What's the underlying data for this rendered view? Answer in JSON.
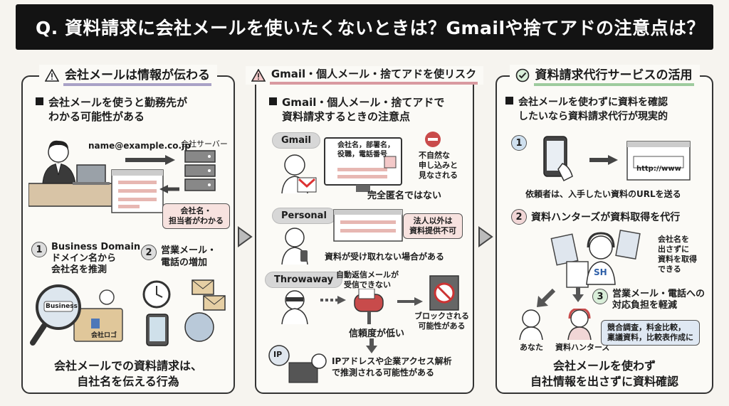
{
  "title": "Q. 資料請求に会社メールを使いたくないときは？Gmailや捨てアドの注意点は？",
  "panel1": {
    "heading": "会社メールは情報が伝わる",
    "bullet": [
      "会社メールを使うと勤務先が",
      "わかる可能性がある"
    ],
    "email": "name@example.co.jp",
    "server_label": "会社サーバー",
    "reveal_box": [
      "会社名・",
      "担当者がわかる"
    ],
    "point1_num": "1",
    "point1_title": "Business Domain",
    "point1_text": [
      "ドメイン名から",
      "会社名を推測"
    ],
    "point2_num": "2",
    "point2_text": [
      "営業メール・",
      "電話の増加"
    ],
    "magnifier_text": "Business",
    "logo_text": "会社ロゴ",
    "conclusion": [
      "会社メールでの資料請求は、",
      "自社名を伝える行為"
    ]
  },
  "panel2": {
    "heading": "Gmail・個人メール・捨てアドを使リスク",
    "bullet": [
      "Gmail・個人メール・捨てアドで",
      "資料請求するときの注意点"
    ],
    "gmail_label": "Gmail",
    "form_fields": [
      "会社名，部署名，",
      "役職，電話番号"
    ],
    "unnatural": [
      "不自然な",
      "申し込みと",
      "見なされる"
    ],
    "not_anonymous": "完全匿名ではない",
    "personal_label": "Personal",
    "corporate_only": [
      "法人以外は",
      "資料提供不可"
    ],
    "not_received": "資料が受け取れない場合がある",
    "throwaway_label": "Throwaway",
    "auto_reply": [
      "自動返信メールが",
      "受信できない"
    ],
    "blocked": [
      "ブロックされる",
      "可能性がある"
    ],
    "low_trust": "信頼度が低い",
    "ip_icon": "IP",
    "ip_text": [
      "IPアドレスや企業アクセス解析",
      "で推測される可能性がある"
    ]
  },
  "panel3": {
    "heading": "資料請求代行サービスの活用",
    "bullet": [
      "会社メールを使わずに資料を確認",
      "したいなら資料請求代行が現実的"
    ],
    "step1_num": "1",
    "url_text": "http://www",
    "step1_text": "依頼者は、入手したい資料のURLを送る",
    "step2_num": "2",
    "step2_text": "資料ハンターズが資料取得を代行",
    "hidden_name": [
      "会社名を",
      "出さずに",
      "資料を取得",
      "できる"
    ],
    "logo": "SH",
    "step3_num": "3",
    "step3_text": [
      "営業メール・電話への",
      "対応負担を軽減"
    ],
    "you_label": "あなた",
    "hunters_label": "資料ハンターズ",
    "services": [
      "競合調査，料金比較，",
      "稟議資料，比較表作成に"
    ],
    "conclusion": [
      "会社メールを使わず",
      "自社情報を出さずに資料確認"
    ]
  }
}
